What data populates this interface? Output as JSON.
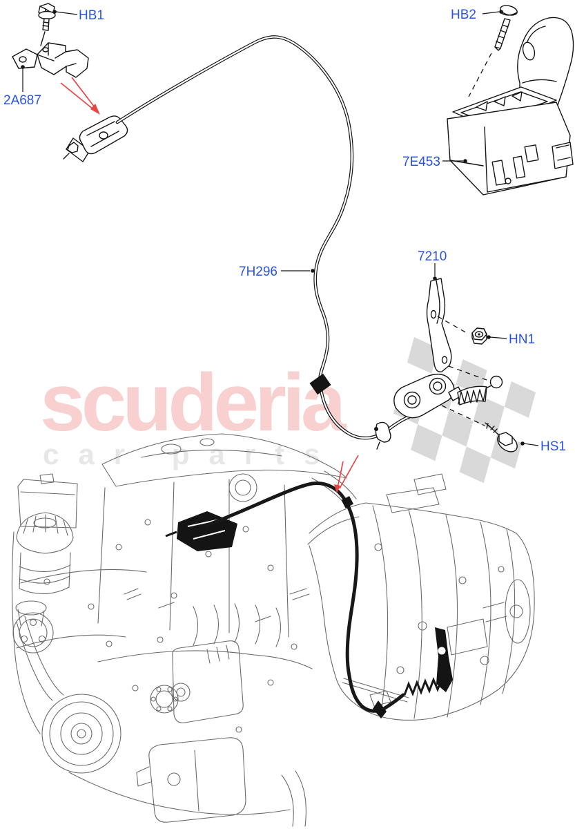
{
  "diagram": {
    "description": "Gear change selector / shift mechanism parts diagram with engine and automatic transmission",
    "part_labels": {
      "hb1": "HB1",
      "hb2": "HB2",
      "bracket": "2A687",
      "selector": "7E453",
      "cable": "7H296",
      "lever": "7210",
      "nut": "HN1",
      "screw": "HS1"
    }
  },
  "watermark": {
    "brand": "scuderia",
    "subtitle": "car parts"
  },
  "colors": {
    "background": "#ffffff",
    "part_label": "#2853e3",
    "callout_line": "#141414",
    "engine_line": "#6b6b6b",
    "arrow_red": "#e84545",
    "watermark_pink": "#f8d0d0",
    "watermark_gray": "#e7e7e7",
    "checker_gray": "#d9d9d9"
  }
}
